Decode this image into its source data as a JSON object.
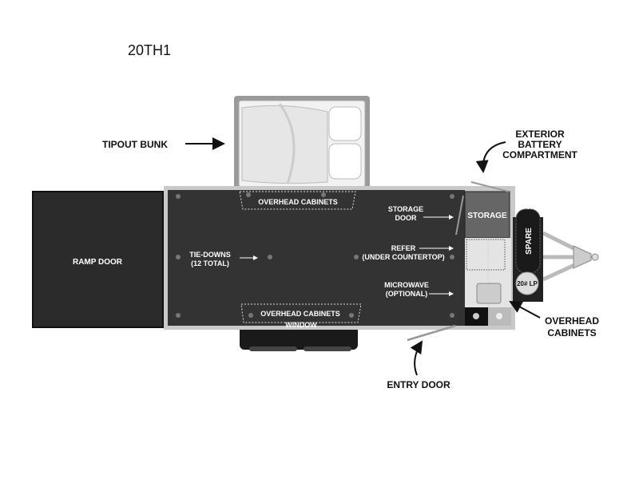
{
  "title": "20TH1",
  "labels": {
    "tipout_bunk": "TIPOUT BUNK",
    "exterior_battery": [
      "EXTERIOR",
      "BATTERY",
      "COMPARTMENT"
    ],
    "overhead_cabinets_top": "OVERHEAD CABINETS",
    "overhead_cabinets_bottom": "OVERHEAD CABINETS",
    "window": "WINDOW",
    "ramp_door": "RAMP DOOR",
    "tie_downs": [
      "TIE-DOWNS",
      "(12 TOTAL)"
    ],
    "storage_door": [
      "STORAGE",
      "DOOR"
    ],
    "storage": "STORAGE",
    "refer": [
      "REFER",
      "(UNDER COUNTERTOP)"
    ],
    "microwave": [
      "MICROWAVE",
      "(OPTIONAL)"
    ],
    "spare": "SPARE",
    "lp_tank": "20# LP",
    "overhead_cabinets_front": [
      "OVERHEAD",
      "CABINETS"
    ],
    "entry_door": "ENTRY DOOR"
  }
}
